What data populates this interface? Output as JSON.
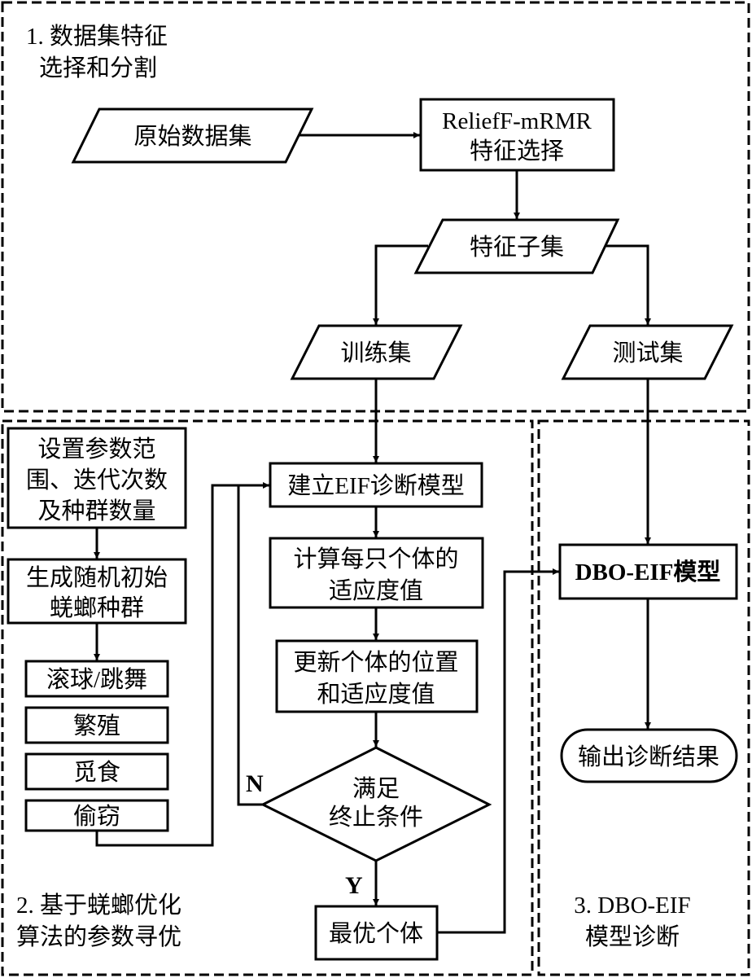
{
  "colors": {
    "stroke": "#000000",
    "background": "#ffffff"
  },
  "sections": {
    "s1": {
      "lines": [
        "1. 数据集特征",
        "选择和分割"
      ]
    },
    "s2": {
      "lines": [
        "2. 基于蜣螂优化",
        "算法的参数寻优"
      ]
    },
    "s3": {
      "lines": [
        "3. DBO-EIF",
        "模型诊断"
      ]
    }
  },
  "nodes": {
    "raw_dataset": {
      "shape": "parallelogram",
      "lines": [
        "原始数据集"
      ]
    },
    "feature_selection": {
      "shape": "rect",
      "lines": [
        "ReliefF-mRMR",
        "特征选择"
      ]
    },
    "feature_subset": {
      "shape": "parallelogram",
      "lines": [
        "特征子集"
      ]
    },
    "training_set": {
      "shape": "parallelogram",
      "lines": [
        "训练集"
      ]
    },
    "test_set": {
      "shape": "parallelogram",
      "lines": [
        "测试集"
      ]
    },
    "set_params": {
      "shape": "rect",
      "lines": [
        "设置参数范",
        "围、迭代次数",
        "及种群数量"
      ]
    },
    "init_population": {
      "shape": "rect",
      "lines": [
        "生成随机初始",
        "蜣螂种群"
      ]
    },
    "ball_rolling": {
      "shape": "rect",
      "lines": [
        "滚球/跳舞"
      ]
    },
    "breeding": {
      "shape": "rect",
      "lines": [
        "繁殖"
      ]
    },
    "foraging": {
      "shape": "rect",
      "lines": [
        "觅食"
      ]
    },
    "stealing": {
      "shape": "rect",
      "lines": [
        "偷窃"
      ]
    },
    "build_eif": {
      "shape": "rect",
      "lines": [
        "建立EIF诊断模型"
      ]
    },
    "compute_fitness": {
      "shape": "rect",
      "lines": [
        "计算每只个体的",
        "适应度值"
      ]
    },
    "update_position": {
      "shape": "rect",
      "lines": [
        "更新个体的位置",
        "和适应度值"
      ]
    },
    "termination_check": {
      "shape": "diamond",
      "lines": [
        "满足",
        "终止条件"
      ]
    },
    "best_individual": {
      "shape": "rect",
      "lines": [
        "最优个体"
      ]
    },
    "dbo_eif_model": {
      "shape": "rect",
      "lines": [
        "DBO-EIF模型"
      ]
    },
    "output_result": {
      "shape": "terminator",
      "lines": [
        "输出诊断结果"
      ]
    }
  },
  "edge_labels": {
    "no": "N",
    "yes": "Y"
  },
  "edges": [
    {
      "from": "raw_dataset",
      "to": "feature_selection"
    },
    {
      "from": "feature_selection",
      "to": "feature_subset"
    },
    {
      "from": "feature_subset",
      "to": "training_set"
    },
    {
      "from": "feature_subset",
      "to": "test_set"
    },
    {
      "from": "training_set",
      "to": "build_eif"
    },
    {
      "from": "test_set",
      "to": "dbo_eif_model"
    },
    {
      "from": "set_params",
      "to": "init_population"
    },
    {
      "from": "init_population",
      "to": "ball_rolling"
    },
    {
      "from": "stealing",
      "to": "build_eif"
    },
    {
      "from": "build_eif",
      "to": "compute_fitness"
    },
    {
      "from": "compute_fitness",
      "to": "update_position"
    },
    {
      "from": "update_position",
      "to": "termination_check"
    },
    {
      "from": "termination_check",
      "to": "build_eif",
      "label": "N"
    },
    {
      "from": "termination_check",
      "to": "best_individual",
      "label": "Y"
    },
    {
      "from": "best_individual",
      "to": "dbo_eif_model"
    },
    {
      "from": "dbo_eif_model",
      "to": "output_result"
    }
  ]
}
